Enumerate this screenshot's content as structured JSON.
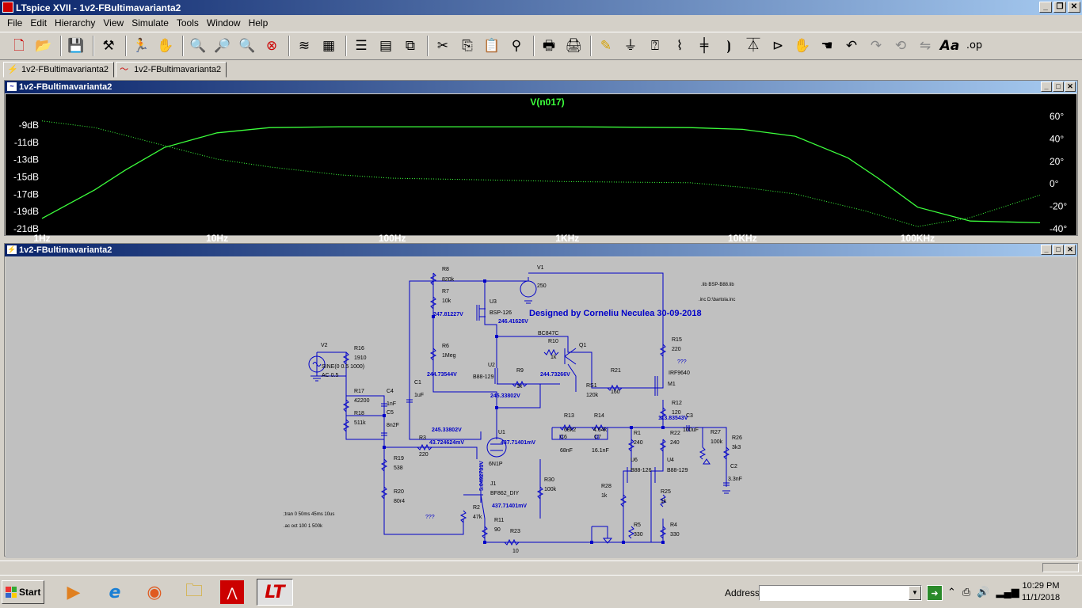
{
  "window": {
    "title": "LTspice XVII - 1v2-FBultimavarianta2",
    "btn_min": "_",
    "btn_restore": "❐",
    "btn_close": "✕"
  },
  "menu": [
    "File",
    "Edit",
    "Hierarchy",
    "View",
    "Simulate",
    "Tools",
    "Window",
    "Help"
  ],
  "toolbar_icons": [
    "new-schematic-icon",
    "open-icon",
    "save-icon",
    "control-panel-icon",
    "run-icon",
    "halt-icon",
    "zoom-in-icon",
    "zoom-pan-icon",
    "zoom-out-icon",
    "zoom-fit-icon",
    "tile-horizontal-icon",
    "tile-vertical-icon",
    "cascade-icon",
    "close-window-icon",
    "reorder-icon",
    "cut-icon",
    "copy-icon",
    "paste-icon",
    "find-icon",
    "print-icon",
    "print-setup-icon",
    "draw-wire-icon",
    "ground-icon",
    "label-net-icon",
    "resistor-icon",
    "capacitor-icon",
    "inductor-icon",
    "diode-icon",
    "component-icon",
    "move-icon",
    "drag-icon",
    "undo-icon",
    "redo-icon",
    "rotate-icon",
    "mirror-icon",
    "text-icon",
    "spice-directive-icon"
  ],
  "tabs": [
    {
      "label": "1v2-FBultimavarianta2",
      "icon": "schematic-icon"
    },
    {
      "label": "1v2-FBultimavarianta2",
      "icon": "waveform-icon"
    }
  ],
  "plot_pane": {
    "title": "1v2-FBultimavarianta2",
    "trace_label": "V(n017)",
    "trace_color": "#3cff3c",
    "phase_color": "#3cff3c"
  },
  "chart_data": {
    "type": "line",
    "xscale": "log",
    "xlim": [
      1,
      500000
    ],
    "ylim_left": [
      -21,
      -8
    ],
    "ylim_right": [
      -40,
      60
    ],
    "left_ticks": [
      "-9dB",
      "-11dB",
      "-13dB",
      "-15dB",
      "-17dB",
      "-19dB",
      "-21dB"
    ],
    "left_tick_values": [
      -9,
      -11,
      -13,
      -15,
      -17,
      -19,
      -21
    ],
    "right_ticks": [
      "60°",
      "40°",
      "20°",
      "0°",
      "-20°",
      "-40°"
    ],
    "right_tick_values": [
      60,
      40,
      20,
      0,
      -20,
      -40
    ],
    "x_ticks": [
      "1Hz",
      "10Hz",
      "100Hz",
      "1KHz",
      "10KHz",
      "100KHz"
    ],
    "x_tick_values": [
      1,
      10,
      100,
      1000,
      10000,
      100000
    ],
    "series": [
      {
        "name": "V(n017)",
        "style": "solid",
        "x": [
          1,
          2,
          3,
          5,
          10,
          20,
          50,
          100,
          500,
          1000,
          5000,
          10000,
          20000,
          40000,
          60000,
          100000,
          200000,
          500000
        ],
        "y": [
          -19.8,
          -16.5,
          -14.2,
          -11.6,
          -9.9,
          -9.3,
          -9.2,
          -9.2,
          -9.2,
          -9.2,
          -9.3,
          -9.5,
          -10.3,
          -12.8,
          -15.2,
          -18.5,
          -20.1,
          -20.3
        ]
      },
      {
        "name": "phase",
        "style": "dotted",
        "axis": "right",
        "x": [
          1,
          2,
          3,
          5,
          10,
          20,
          50,
          100,
          500,
          1000,
          5000,
          10000,
          20000,
          50000,
          100000,
          200000,
          500000
        ],
        "y": [
          56,
          50,
          43,
          34,
          22,
          15,
          8,
          5,
          3,
          2,
          1,
          -3,
          -9,
          -24,
          -38,
          -30,
          -10
        ]
      }
    ]
  },
  "schematic_pane": {
    "title": "1v2-FBultimavarianta2",
    "designer": "Designed by Corneliu Neculea 30-09-2018",
    "directives": [
      ".lib BSP-B88.lib",
      ".inc D:\\bartola.inc",
      ";tran 0 50ms 45ms 10us",
      ".ac oct 100 1 500k"
    ],
    "labels": {
      "R8": "R8",
      "R8v": "820k",
      "R7": "R7",
      "R7v": "10k",
      "U3": "U3",
      "U3v": "BSP-126",
      "n1": "247.81227V",
      "n2": "246.41626V",
      "V1": "V1",
      "V1v": "250",
      "R6": "R6",
      "R6v": "1Meg",
      "U2": "U2",
      "U2v": "B88-129",
      "R9": "R9",
      "R9v": "1k",
      "n3": "244.73544V",
      "n4": "244.73266V",
      "n5": "245.33802V",
      "R10": "R10",
      "R10v": "1k",
      "Q1": "Q1",
      "Q1v": "BC847C",
      "R21": "R21",
      "R21v": "160",
      "RS1": "RS1",
      "RS1v": "120k",
      "R15": "R15",
      "R15v": "220",
      "M1": "M1",
      "M1v": "IRF9640",
      "q3": "???",
      "R12": "R12",
      "R12v": "120",
      "n6": "113.83543V",
      "V2": "V2",
      "V2v": "SINE(0 0.5 1000)",
      "V2ac": "AC 0.5",
      "R16": "R16",
      "R16v": "1910",
      "R17": "R17",
      "R17v": "42200",
      "R18": "R18",
      "R18v": "511k",
      "C4": "C4",
      "C4v": "1nF",
      "C5": "C5",
      "C5v": "8n2F",
      "C1": "C1",
      "C1v": "1uF",
      "n7": "245.33802V",
      "U1": "U1",
      "U1v": "6N1P",
      "n8": "437.71401mV",
      "R3": "R3",
      "R3v": "220",
      "n9": "43.724624mV",
      "R19": "R19",
      "R19v": "538",
      "R20": "R20",
      "R20v": "80r4",
      "n10": "5.0492731V",
      "J1": "J1",
      "J1v": "BF862_DIY",
      "n11": "437.71401mV",
      "R30": "R30",
      "R30v": "100k",
      "R2": "R2",
      "R2v": "47k",
      "R11": "R11",
      "R11v": "90",
      "R23": "R23",
      "R23v": "10",
      "q1": "???",
      "R13": "R13",
      "R13v": "68k2",
      "C6": "C6",
      "C6v": "68nF",
      "R14": "R14",
      "R14v": "4.64k",
      "C7": "C7",
      "C7v": "16.1nF",
      "R1": "R1",
      "R1v": "240",
      "U6": "U6",
      "U6v": "B88-126",
      "R28": "R28",
      "R28v": "1k",
      "R5": "R5",
      "R5v": "330",
      "R22": "R22",
      "R22v": "240",
      "U4": "U4",
      "U4v": "B88-129",
      "R25": "R25",
      "R25v": "1k",
      "R4": "R4",
      "R4v": "330",
      "C3": "C3",
      "C3v": "100uF",
      "R27": "R27",
      "R27v": "100k",
      "R26": "R26",
      "R26v": "3k3",
      "C2": "C2",
      "C2v": "3.3nF"
    }
  },
  "taskbar": {
    "start_label": "Start",
    "address_label": "Address",
    "address_value": "",
    "go_icon": "go-arrow-icon",
    "time": "10:29 PM",
    "date": "11/1/2018",
    "apps": [
      "windows-media-player-icon",
      "internet-explorer-icon",
      "firefox-icon",
      "file-explorer-icon",
      "acrobat-reader-icon",
      "ltspice-icon"
    ]
  }
}
